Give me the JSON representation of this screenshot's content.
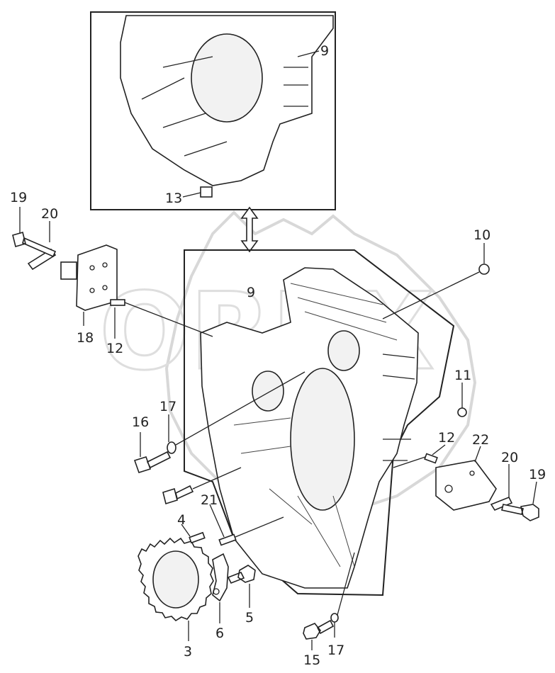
{
  "watermark": "ORBX",
  "labels": {
    "l9_top": "9",
    "l13": "13",
    "l19_left": "19",
    "l20_left": "20",
    "l18": "18",
    "l12_left": "12",
    "l10": "10",
    "l9_main": "9",
    "l11": "11",
    "l17_left": "17",
    "l16": "16",
    "l12_right": "12",
    "l22": "22",
    "l20_right": "20",
    "l19_right": "19",
    "l21": "21",
    "l4": "4",
    "l5": "5",
    "l6": "6",
    "l3": "3",
    "l15": "15",
    "l17_bottom": "17"
  },
  "colors": {
    "ink": "#222222",
    "watermark": "#d8d8d8"
  }
}
